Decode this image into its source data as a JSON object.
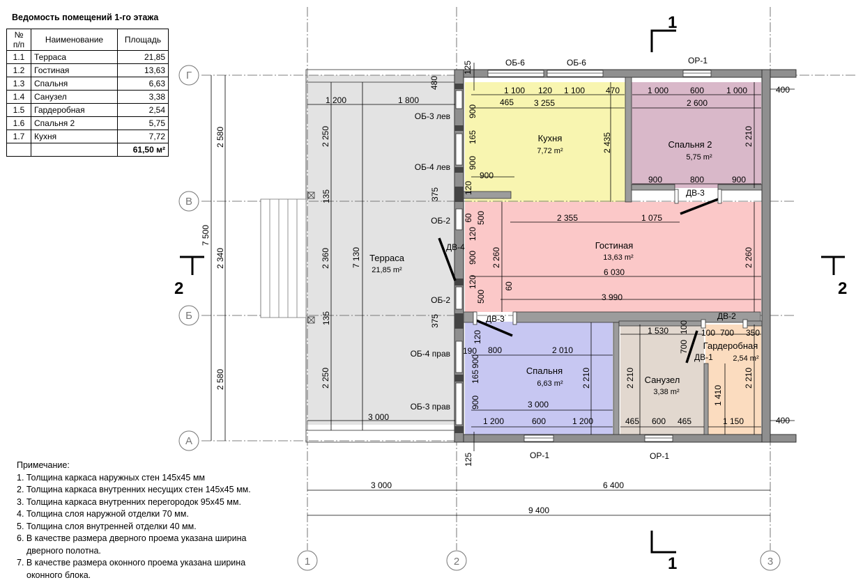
{
  "schedule": {
    "title": "Ведомость помещений 1-го этажа",
    "headers": {
      "num": "№\nп/п",
      "name": "Наименование",
      "area": "Площадь"
    },
    "rows": [
      {
        "num": "1.1",
        "name": "Терраса",
        "area": "21,85"
      },
      {
        "num": "1.2",
        "name": "Гостиная",
        "area": "13,63"
      },
      {
        "num": "1.3",
        "name": "Спальня",
        "area": "6,63"
      },
      {
        "num": "1.4",
        "name": "Санузел",
        "area": "3,38"
      },
      {
        "num": "1.5",
        "name": "Гардеробная",
        "area": "2,54"
      },
      {
        "num": "1.6",
        "name": "Спальня 2",
        "area": "5,75"
      },
      {
        "num": "1.7",
        "name": "Кухня",
        "area": "7,72"
      }
    ],
    "total": "61,50 м²"
  },
  "notes": {
    "title": "Примечание:",
    "items": [
      "1. Толщина каркаса наружных стен 145х45 мм",
      "2. Толщина каркаса внутренних несущих стен 145х45 мм.",
      "3. Толщина каркаса внутренних перегородок 95х45 мм.",
      "4. Толщина слоя наружной отделки 70 мм.",
      "5. Толщина слоя внутренней отделки 40 мм.",
      "6. В качестве размера дверного проема указана ширина",
      "дверного полотна.",
      "7. В качестве размера оконного проема указана ширина",
      "оконного блока."
    ]
  },
  "rooms": {
    "kitchen": {
      "name": "Кухня",
      "area": "7,72 m²",
      "color": "#f8f5b0"
    },
    "bedroom2": {
      "name": "Спальня 2",
      "area": "5,75 m²",
      "color": "#d9b8c9"
    },
    "living": {
      "name": "Гостиная",
      "area": "13,63 m²",
      "color": "#fbc8c8"
    },
    "terrace": {
      "name": "Терраса",
      "area": "21,85 m²",
      "color": "#e3e3e3"
    },
    "bedroom": {
      "name": "Спальня",
      "area": "6,63 m²",
      "color": "#c7c7f2"
    },
    "bathroom": {
      "name": "Санузел",
      "area": "3,38 m²",
      "color": "#e2d8cf"
    },
    "wardrobe": {
      "name": "Гардеробная",
      "area": "2,54 m²",
      "color": "#fbdcbf"
    }
  },
  "axes": {
    "rows": [
      "Г",
      "В",
      "Б",
      "А"
    ],
    "cols": [
      "1",
      "2",
      "3"
    ]
  },
  "sections": {
    "s1": "1",
    "s2": "2"
  },
  "openings": {
    "ob6a": "ОБ-6",
    "ob6b": "ОБ-6",
    "or1top": "ОР-1",
    "or1b1": "ОР-1",
    "or1b2": "ОР-1",
    "ob3lev": "ОБ-3 лев",
    "ob4lev": "ОБ-4 лев",
    "ob2a": "ОБ-2",
    "ob2b": "ОБ-2",
    "ob4prav": "ОБ-4 прав",
    "ob3prav": "ОБ-3 прав",
    "dv4": "ДВ-4",
    "dv3a": "ДВ-3",
    "dv3b": "ДВ-3",
    "dv2": "ДВ-2",
    "dv1": "ДВ-1"
  },
  "dims": {
    "d125t": "125",
    "d480": "480",
    "d1100a": "1 100",
    "d120t": "120",
    "d1100b": "1 100",
    "d470": "470",
    "d1000a": "1 000",
    "d600t": "600",
    "d1000b": "1 000",
    "d400t": "400",
    "d1200t": "1 200",
    "d1800": "1 800",
    "d465": "465",
    "d3255": "3 255",
    "d2600": "2 600",
    "d900a": "900",
    "d165a": "165",
    "d900b": "900",
    "d2435": "2 435",
    "d2210a": "2 210",
    "d900k": "900",
    "d900s1": "900",
    "d800s": "800",
    "d900s2": "900",
    "d120a": "120",
    "d60a": "60",
    "d500a": "500",
    "d120b": "120",
    "d900c": "900",
    "d2355": "2 355",
    "d1075": "1 075",
    "d6030": "6 030",
    "d2260a": "2 260",
    "d2260b": "2 260",
    "d120c": "120",
    "d500b": "500",
    "d60b": "60",
    "d3990": "3 990",
    "d120d": "120",
    "d190": "190",
    "d800b": "800",
    "d2010": "2 010",
    "d165b": "165",
    "d900d": "900",
    "d2210b": "2 210",
    "d900e": "900",
    "d3000r": "3 000",
    "d1200b": "1 200",
    "d600b": "600",
    "d1200c": "1 200",
    "d1530": "1 530",
    "d100a": "100",
    "d100b": "100",
    "d700a": "700",
    "d350": "350",
    "d700b": "700",
    "d2210c": "2 210",
    "d1410": "1 410",
    "d2210d": "2 210",
    "d465a": "465",
    "d600c": "600",
    "d465b": "465",
    "d1150": "1 150",
    "d400b": "400",
    "d2250a": "2 250",
    "d7130": "7 130",
    "d2360": "2 360",
    "d2250b": "2 250",
    "d3000t": "3 000",
    "d135a": "135",
    "d135b": "135",
    "d375a": "375",
    "d375b": "375",
    "d2580a": "2 580",
    "d2340": "2 340",
    "d2580b": "2 580",
    "d7500": "7 500",
    "d3000b": "3 000",
    "d6400": "6 400",
    "d9400": "9 400",
    "d125b": "125"
  }
}
